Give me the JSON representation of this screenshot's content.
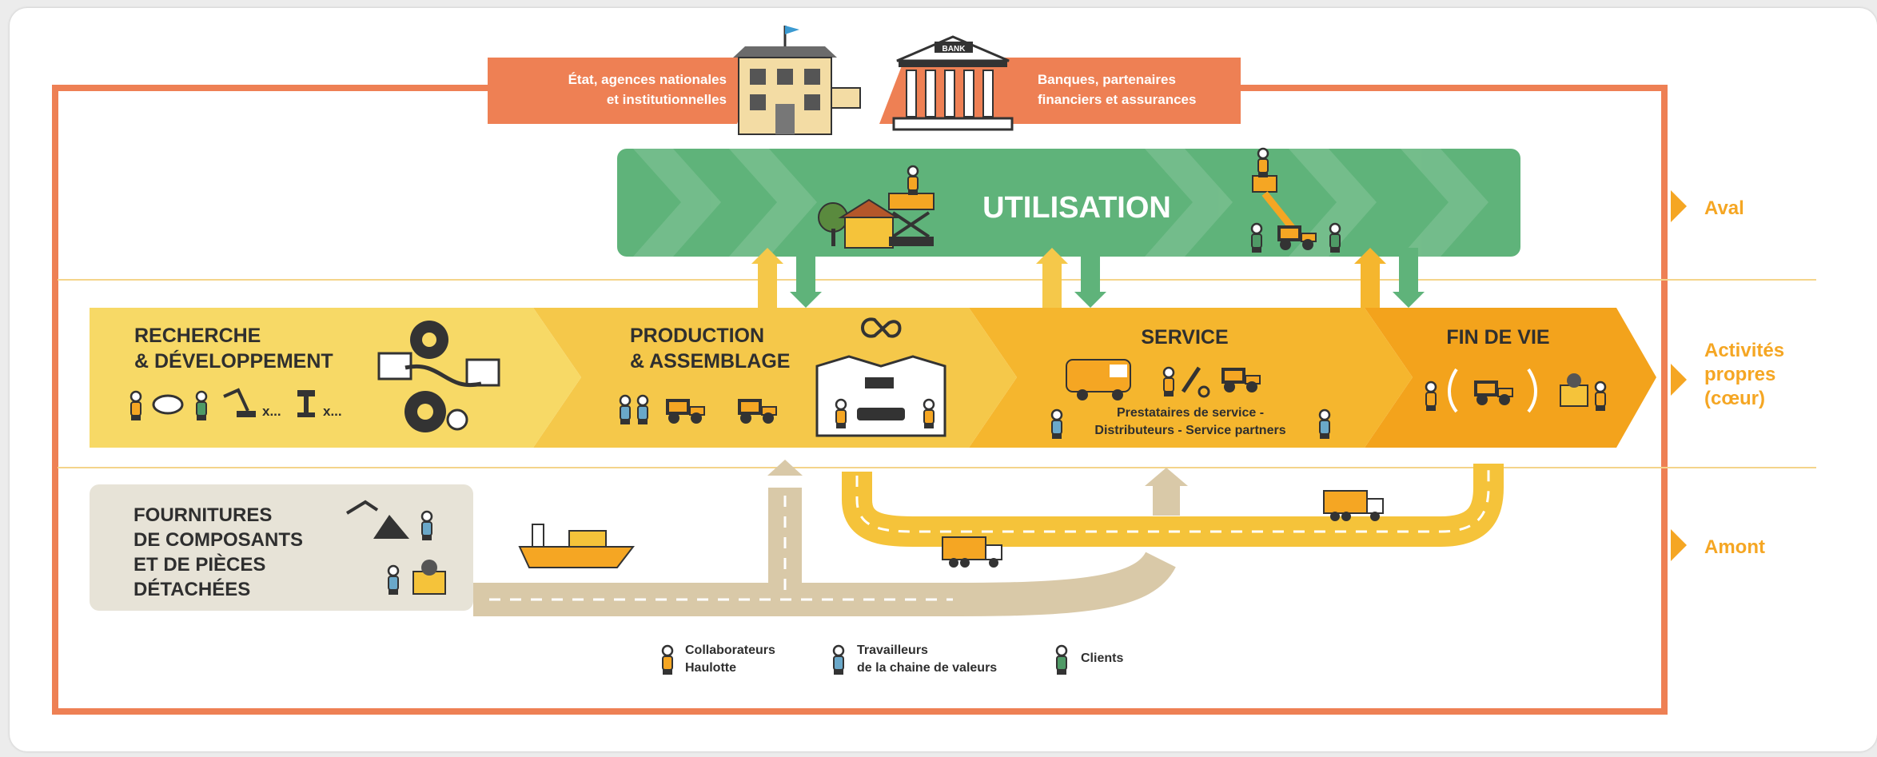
{
  "colors": {
    "frame": "#ee8054",
    "utilisation": "#5fb37a",
    "rd": "#f7d966",
    "production": "#f5c84a",
    "service": "#f5b62e",
    "fin_de_vie": "#f3a31c",
    "supply": "#e7e3d7",
    "road_beige": "#d9c9a8",
    "road_yellow": "#f5c33a",
    "label_accent": "#f5a623"
  },
  "stakeholders": {
    "state": [
      "État, agences nationales",
      "et institutionnelles"
    ],
    "bank_sign": "BANK",
    "banks": [
      "Banques, partenaires",
      "financiers et assurances"
    ]
  },
  "utilisation": {
    "title": "UTILISATION"
  },
  "stages": {
    "rd": [
      "RECHERCHE",
      "& DÉVELOPPEMENT"
    ],
    "rd_multipliers": [
      "x...",
      "x..."
    ],
    "production": [
      "PRODUCTION",
      "& ASSEMBLAGE"
    ],
    "service": "SERVICE",
    "service_caption": [
      "Prestataires de service -",
      "Distributeurs - Service partners"
    ],
    "fin_de_vie": "FIN DE VIE",
    "supply": [
      "FOURNITURES",
      "DE COMPOSANTS",
      "ET DE PIÈCES",
      "DÉTACHÉES"
    ]
  },
  "levels": {
    "aval": "Aval",
    "activites": [
      "Activités",
      "propres",
      "(cœur)"
    ],
    "amont": "Amont"
  },
  "legend": [
    {
      "lines": [
        "Collaborateurs",
        "Haulotte"
      ],
      "color": "#f5a623",
      "icon": "person-icon"
    },
    {
      "lines": [
        "Travailleurs",
        "de la chaine de valeurs"
      ],
      "color": "#6aa8c9",
      "icon": "person-icon"
    },
    {
      "lines": [
        "Clients"
      ],
      "color": "#4f9a66",
      "icon": "person-icon"
    }
  ]
}
